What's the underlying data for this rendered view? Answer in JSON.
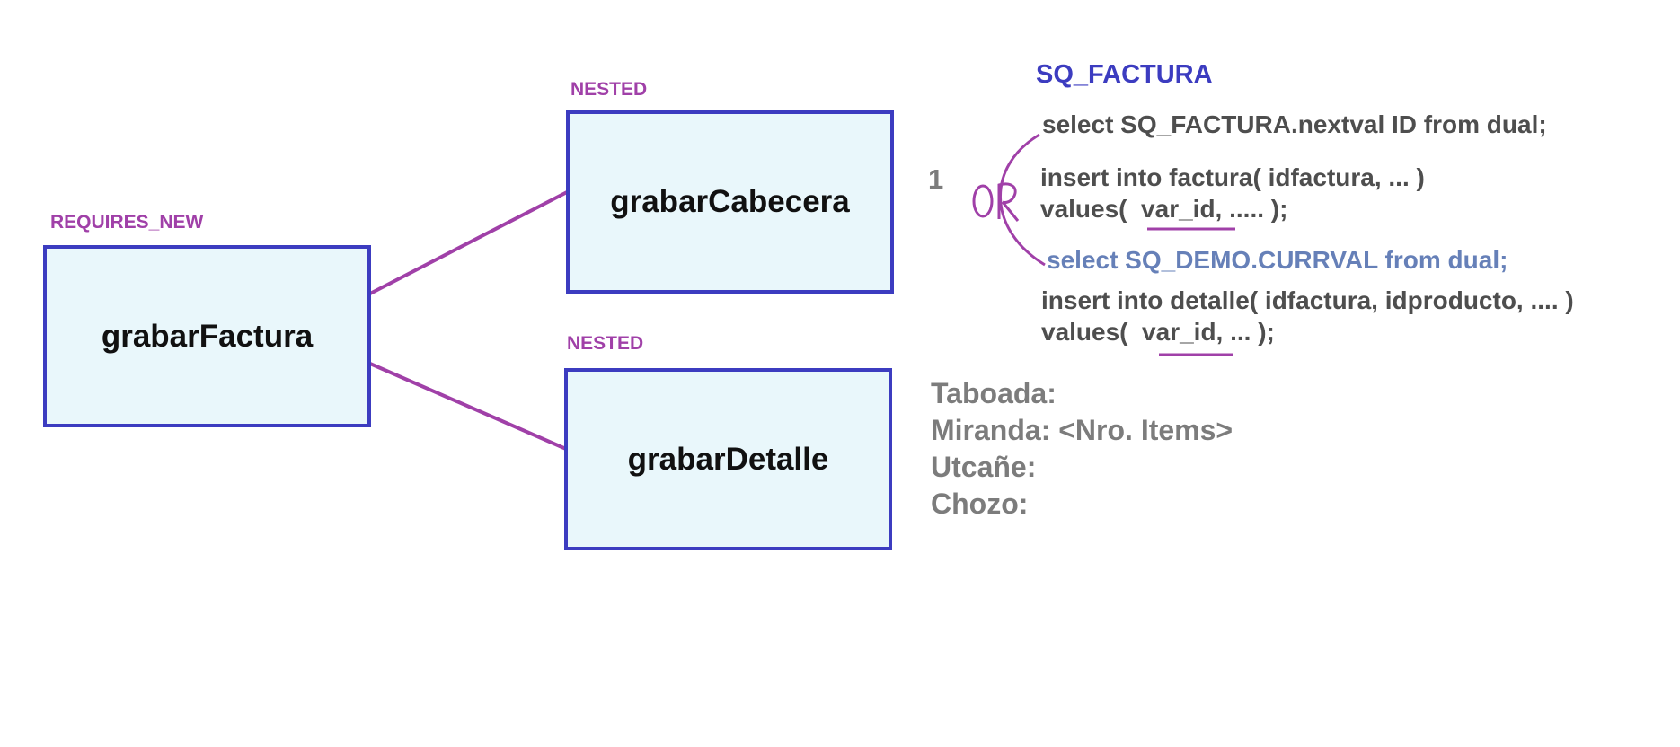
{
  "diagram": {
    "nodes": {
      "factura": {
        "label": "grabarFactura",
        "tag": "REQUIRES_NEW"
      },
      "cabecera": {
        "label": "grabarCabecera",
        "tag": "NESTED"
      },
      "detalle": {
        "label": "grabarDetalle",
        "tag": "NESTED"
      }
    },
    "sequence_title": "SQ_FACTURA",
    "step_number": "1",
    "sql": {
      "select_nextval": "select SQ_FACTURA.nextval ID from dual;",
      "insert_factura_line1": "insert into factura( idfactura, ... )",
      "insert_factura_line2": "values(  var_id, ..... );",
      "select_currval": "select SQ_DEMO.CURRVAL from dual;",
      "insert_detalle_line1": "insert into detalle( idfactura, idproducto, .... )",
      "insert_detalle_line2": "values(  var_id, ... );"
    },
    "handwritten_note": "OR",
    "names": [
      "Taboada:",
      "Miranda: <Nro. Items>",
      "Utcañe:",
      "Chozo:"
    ]
  },
  "colors": {
    "box_border": "#3c3cc0",
    "box_fill": "#e9f7fb",
    "connector": "#a040a8",
    "tag": "#a040a8",
    "sequence_title": "#3c3cc0",
    "sql_text": "#4e4e4e",
    "sql_currval": "#6680b8",
    "notes": "#7c7c7c"
  }
}
